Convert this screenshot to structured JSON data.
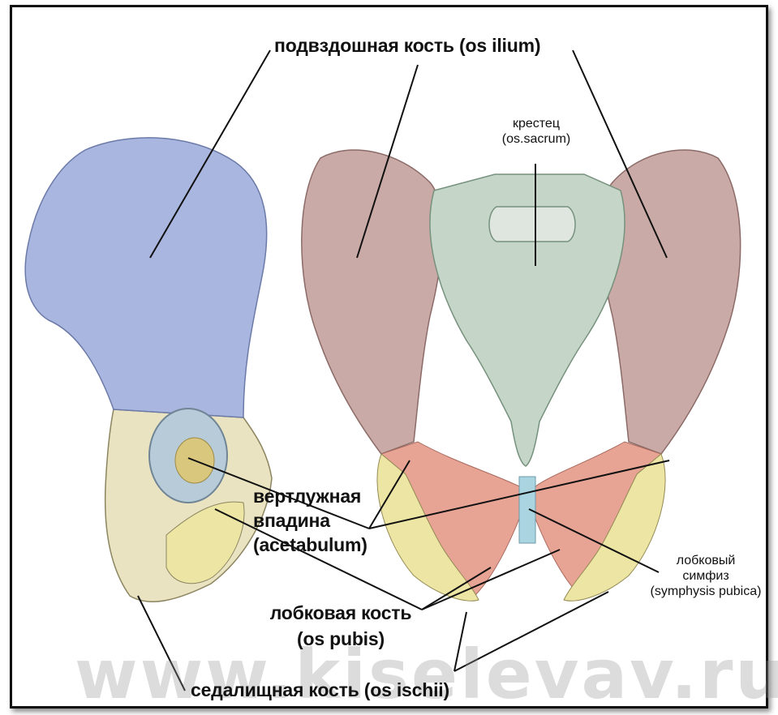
{
  "labels": {
    "ilium": "подвздошная кость (os ilium)",
    "sacrum_line1": "крестец",
    "sacrum_line2": "(os.sacrum)",
    "acetabulum_line1": "вертлужная",
    "acetabulum_line2": "впадина",
    "acetabulum_line3": "(acetabulum)",
    "symphysis_line1": "лобковый",
    "symphysis_line2": "симфиз",
    "symphysis_line3": "(symphysis pubica)",
    "pubis_line1": "лобковая кость",
    "pubis_line2": "(os pubis)",
    "ischium": "седалищная кость (os ischii)"
  },
  "watermark": "www.kiselevav.ru",
  "colors": {
    "ilium": "#a9b6df",
    "pelvis_ilium": "#c9aaa6",
    "sacrum": "#c5d6c9",
    "pubis": "#e7a394",
    "ischium": "#ede5a4",
    "hip_lower": "#e9e3c2",
    "acetabulum": "#b8cbd8",
    "symphysis": "#a9d4e0"
  }
}
